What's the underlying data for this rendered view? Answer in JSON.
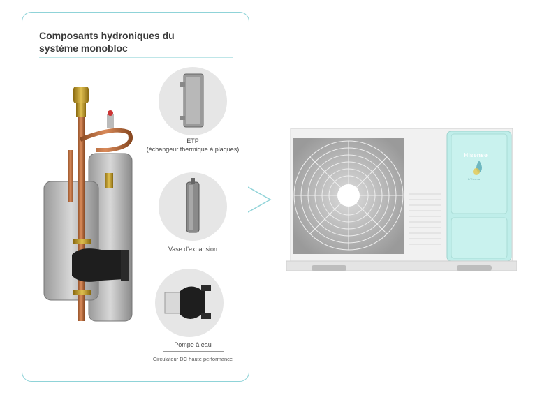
{
  "card": {
    "title_line1": "Composants hydroniques du",
    "title_line2": "système monobloc"
  },
  "components": [
    {
      "icon": "plate-heat-exchanger-icon",
      "label_line1": "ETP",
      "label_line2": "(échangeur thermique à plaques)"
    },
    {
      "icon": "expansion-vessel-icon",
      "label": "Vase d'expansion"
    },
    {
      "icon": "water-pump-icon",
      "label": "Pompe à eau",
      "sublabel": "Circulateur DC haute performance"
    }
  ],
  "unit": {
    "brand": "Hisense",
    "subbrand": "Hi-Therma"
  },
  "colors": {
    "card_border": "#8fd3d8",
    "unit_panel": "#bfeeea",
    "circle_bg": "#e6e6e6"
  }
}
